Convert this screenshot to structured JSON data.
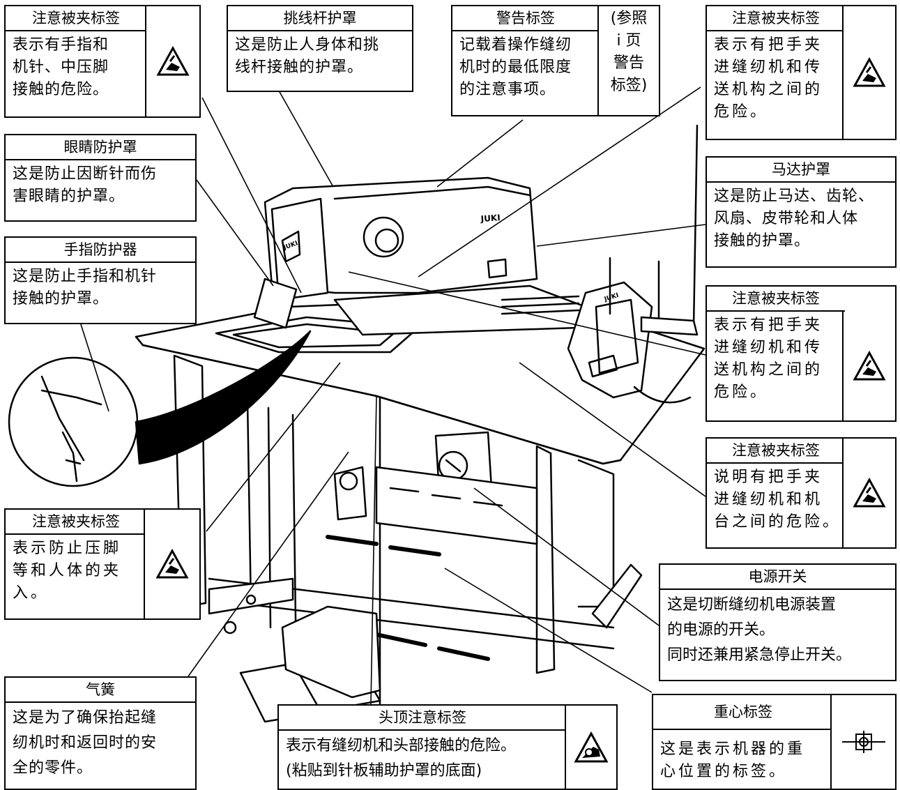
{
  "labels": {
    "caution_needle": {
      "title": "注意被夹标签",
      "lines": [
        "表示有手指和",
        "机针、中压脚",
        "接触的危险。"
      ],
      "icon": "hand-pinch-warning-icon"
    },
    "take_up_cover": {
      "title": "挑线杆护罩",
      "lines": [
        "这是防止人身体和挑",
        "线杆接触的护罩。"
      ]
    },
    "warning_label": {
      "title": "警告标签",
      "lines": [
        "记载着操作缝纫",
        "机时的最低限度",
        "的注意事项。"
      ],
      "ref": [
        "(参照",
        "i 页",
        "警告",
        "标签)"
      ]
    },
    "caution_handle_top": {
      "title": "注意被夹标签",
      "lines": [
        "表示有把手夹",
        "进缝纫机和传",
        "送机构之间的",
        "危险。"
      ],
      "icon": "hand-pinch-warning-icon"
    },
    "eye_guard": {
      "title": "眼睛防护罩",
      "lines": [
        "这是防止因断针而伤",
        "害眼睛的护罩。"
      ]
    },
    "motor_cover": {
      "title": "马达护罩",
      "lines": [
        "这是防止马达、齿轮、",
        "风扇、皮带轮和人体",
        "接触的护罩。"
      ]
    },
    "finger_guard": {
      "title": "手指防护器",
      "lines": [
        "这是防止手指和机针",
        "接触的护罩。"
      ]
    },
    "caution_handle_mid": {
      "title": "注意被夹标签",
      "lines": [
        "表示有把手夹",
        "进缝纫机和传",
        "送机构之间的",
        "危险。"
      ],
      "icon": "hand-pinch-warning-icon"
    },
    "caution_table": {
      "title": "注意被夹标签",
      "lines": [
        "说明有把手夹",
        "进缝纫机和机",
        "台之间的危险。"
      ],
      "icon": "hand-pinch-warning-icon"
    },
    "caution_presser": {
      "title": "注意被夹标签",
      "lines": [
        "表示防止压脚",
        "等和人体的夹",
        "入。"
      ],
      "icon": "hand-pinch-warning-icon"
    },
    "power_switch": {
      "title": "电源开关",
      "lines": [
        "这是切断缝纫机电源装置",
        "的电源的开关。",
        "同时还兼用紧急停止开关。"
      ]
    },
    "gas_spring": {
      "title": "气簧",
      "lines": [
        "这是为了确保抬起缝",
        "纫机时和返回时的安",
        "全的零件。"
      ]
    },
    "head_caution": {
      "title": "头顶注意标签",
      "lines": [
        "表示有缝纫机和头部接触的危险。",
        "(粘贴到针板辅助护罩的底面)"
      ],
      "icon": "head-bump-warning-icon"
    },
    "gravity_center": {
      "title": "重心标签",
      "lines": [
        "这是表示机器的重",
        "心位置的标签。"
      ],
      "icon": "center-of-gravity-icon"
    }
  },
  "machine": {
    "brand": "JUKI"
  }
}
